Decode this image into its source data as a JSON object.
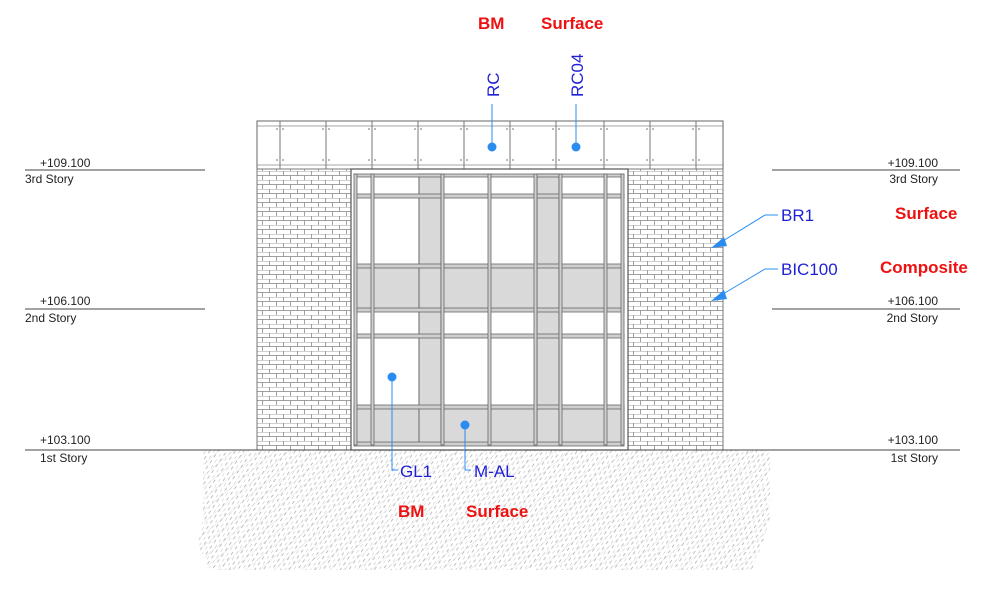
{
  "levels": [
    {
      "elevation": "+109.100",
      "name": "3rd Story"
    },
    {
      "elevation": "+106.100",
      "name": "2nd Story"
    },
    {
      "elevation": "+103.100",
      "name": "1st Story"
    }
  ],
  "tags": {
    "rc": "RC",
    "rc04": "RC04",
    "br1": "BR1",
    "bic100": "BIC100",
    "gl1": "GL1",
    "m_al": "M-AL"
  },
  "headers": {
    "top_bm": "BM",
    "top_surface": "Surface",
    "right_surface": "Surface",
    "right_composite": "Composite",
    "bottom_bm": "BM",
    "bottom_surface": "Surface"
  },
  "colors": {
    "tag_text": "#1f1fd6",
    "marker": "#2a8cf0",
    "header_text": "#ee1111",
    "glass_panel": "#d9d9d9",
    "line": "#555555"
  }
}
